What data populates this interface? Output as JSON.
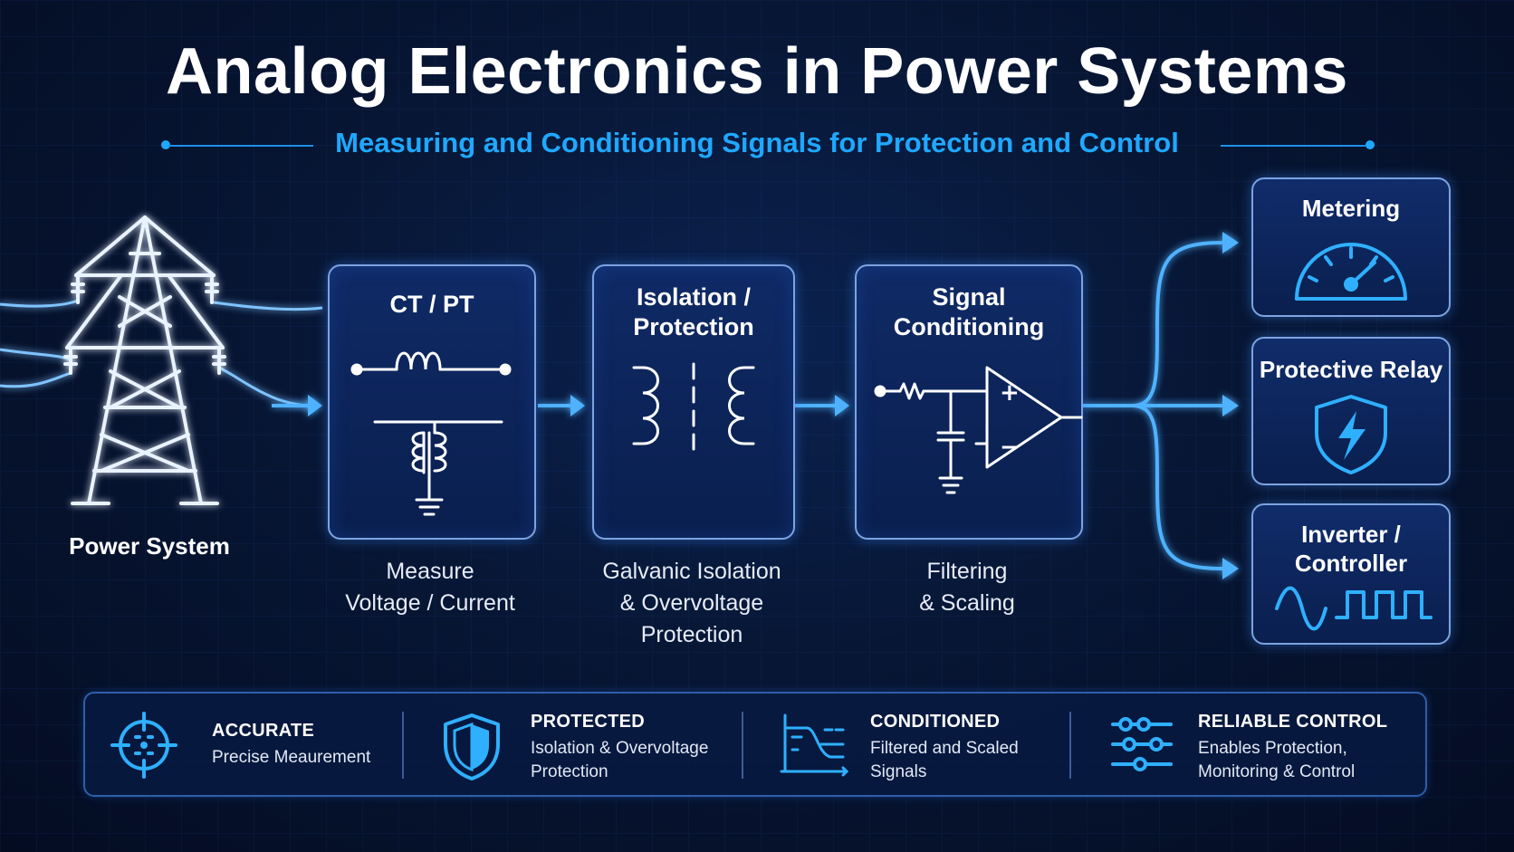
{
  "title": "Analog Electronics in Power Systems",
  "subtitle": "Measuring and Conditioning Signals for Protection and Control",
  "colors": {
    "background": "#071634",
    "accent": "#1fa8ff",
    "glow": "#3fa4ff",
    "box_border": "#7da3e0"
  },
  "source": {
    "label": "Power System",
    "icon": "transmission-tower-icon"
  },
  "stages": [
    {
      "title_lines": [
        "CT / PT"
      ],
      "caption_lines": [
        "Measure",
        "Voltage / Current"
      ],
      "icon": "transformer-icon"
    },
    {
      "title_lines": [
        "Isolation /",
        "Protection"
      ],
      "caption_lines": [
        "Galvanic Isolation",
        "& Overvoltage",
        "Protection"
      ],
      "icon": "isolation-transformer-icon"
    },
    {
      "title_lines": [
        "Signal",
        "Conditioning"
      ],
      "caption_lines": [
        "Filtering",
        "& Scaling"
      ],
      "icon": "op-amp-filter-icon",
      "opamp_plus": "+",
      "opamp_minus": "−"
    }
  ],
  "outputs": [
    {
      "title_lines": [
        "Metering"
      ],
      "icon": "gauge-icon"
    },
    {
      "title_lines": [
        "Protective Relay"
      ],
      "icon": "shield-bolt-icon"
    },
    {
      "title_lines": [
        "Inverter /",
        "Controller"
      ],
      "icon": "sine-square-wave-icon"
    }
  ],
  "features": [
    {
      "title": "ACCURATE",
      "desc_lines": [
        "Precise Meaurement"
      ],
      "icon": "crosshair-icon"
    },
    {
      "title": "PROTECTED",
      "desc_lines": [
        "Isolation & Overvoltage",
        "Protection"
      ],
      "icon": "shield-icon"
    },
    {
      "title": "CONDITIONED",
      "desc_lines": [
        "Filtered and Scaled",
        "Signals"
      ],
      "icon": "filter-curve-icon"
    },
    {
      "title": "RELIABLE CONTROL",
      "desc_lines": [
        "Enables Protection,",
        "Monitoring & Control"
      ],
      "icon": "sliders-icon"
    }
  ]
}
